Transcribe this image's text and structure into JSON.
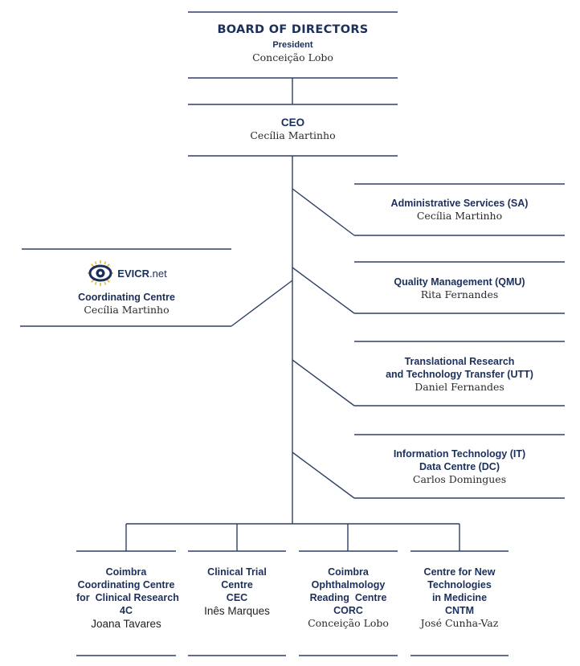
{
  "board": {
    "title": "BOARD OF DIRECTORS",
    "role": "President",
    "name": "Conceição Lobo"
  },
  "ceo": {
    "title": "CEO",
    "name": "Cecília Martinho"
  },
  "right_units": [
    {
      "title_lines": [
        "Administrative Services (SA)"
      ],
      "name": "Cecília Martinho"
    },
    {
      "title_lines": [
        "Quality Management (QMU)"
      ],
      "name": "Rita Fernandes"
    },
    {
      "title_lines": [
        "Translational Research",
        "and Technology Transfer (UTT)"
      ],
      "name": "Daniel Fernandes"
    },
    {
      "title_lines": [
        "Information Technology (IT)",
        "Data Centre (DC)"
      ],
      "name": "Carlos Domingues"
    }
  ],
  "left_unit": {
    "logo_brand": "EVICR",
    "logo_suffix": ".net",
    "logo_icon": "eye-icon",
    "title": "Coordinating Centre",
    "name": "Cecília Martinho"
  },
  "bottom_units": [
    {
      "title_lines": [
        "Coimbra",
        "Coordinating Centre",
        "for  Clinical Research"
      ],
      "acronym": "4C",
      "name": "Joana Tavares"
    },
    {
      "title_lines": [
        "Clinical Trial",
        "Centre"
      ],
      "acronym": "CEC",
      "name": "Inês Marques"
    },
    {
      "title_lines": [
        "Coimbra",
        "Ophthalmology",
        "Reading  Centre"
      ],
      "acronym": "CORC",
      "name": "Conceição Lobo"
    },
    {
      "title_lines": [
        "Centre for New",
        "Technologies",
        "in Medicine"
      ],
      "acronym": "CNTM",
      "name": "José Cunha-Vaz"
    }
  ],
  "colors": {
    "navy": "#1b2f5c",
    "line": "#2f3f66"
  }
}
